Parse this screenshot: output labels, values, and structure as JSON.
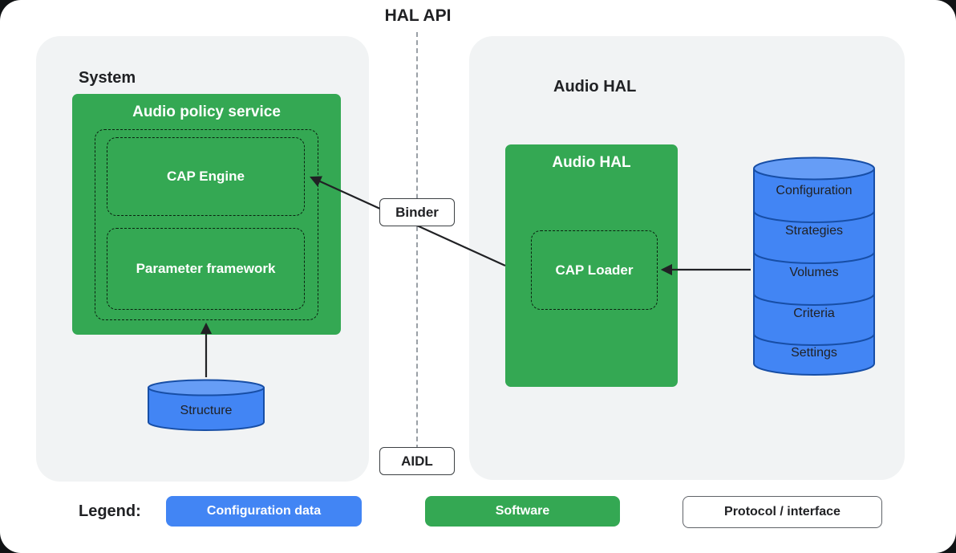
{
  "title": "HAL API",
  "system_panel": {
    "label": "System",
    "service_box": {
      "title": "Audio policy service",
      "children": [
        "CAP Engine",
        "Parameter framework"
      ]
    },
    "structure_cylinder_label": "Structure"
  },
  "hal_panel": {
    "label": "Audio HAL",
    "box_title": "Audio HAL",
    "loader_label": "CAP Loader",
    "config_stack": [
      "Configuration",
      "Strategies",
      "Volumes",
      "Criteria",
      "Settings"
    ]
  },
  "connectors": {
    "binder": "Binder",
    "aidl": "AIDL"
  },
  "legend": {
    "label": "Legend:",
    "items": [
      {
        "label": "Configuration data",
        "type": "configuration-data"
      },
      {
        "label": "Software",
        "type": "software"
      },
      {
        "label": "Protocol / interface",
        "type": "protocol-interface"
      }
    ]
  },
  "colors": {
    "software_green": "#34A853",
    "configuration_blue": "#4285F4",
    "cylinder_top_blue": "#669DF6",
    "cylinder_outline": "#174EA6",
    "panel_gray": "#F1F3F4",
    "text_dark": "#202124"
  }
}
